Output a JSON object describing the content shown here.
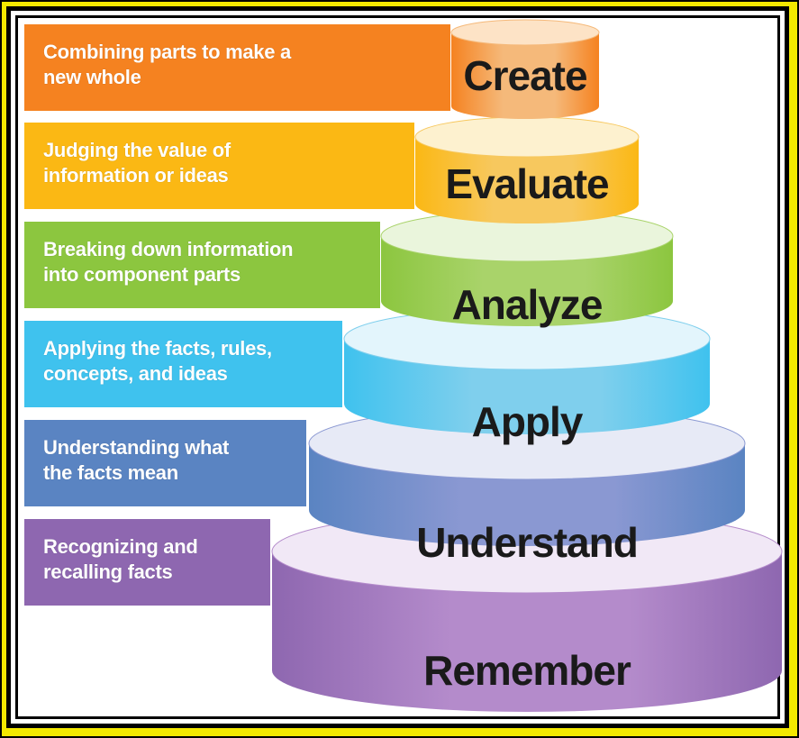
{
  "levels": [
    {
      "name": "Create",
      "description": "Combining parts to make a\nnew whole",
      "color": "#f58220",
      "body": "#f5b97a",
      "top": "#fde3c6"
    },
    {
      "name": "Evaluate",
      "description": "Judging the value of\ninformation or ideas",
      "color": "#fbb814",
      "body": "#f7c85e",
      "top": "#fdf1cf"
    },
    {
      "name": "Analyze",
      "description": "Breaking down information\ninto component parts",
      "color": "#8cc63f",
      "body": "#a9d36a",
      "top": "#eaf5dc"
    },
    {
      "name": "Apply",
      "description": "Applying the facts, rules,\nconcepts, and ideas",
      "color": "#3fc2ee",
      "body": "#7fcfed",
      "top": "#e3f5fc"
    },
    {
      "name": "Understand",
      "description": "Understanding what\nthe facts mean",
      "color": "#5a84c2",
      "body": "#8a98d2",
      "top": "#e7eaf6"
    },
    {
      "name": "Remember",
      "description": "Recognizing and\nrecalling facts",
      "color": "#8e67b0",
      "body": "#b48bcb",
      "top": "#f1e8f6"
    }
  ],
  "colors": {
    "frame_yellow": "#f4e800",
    "frame_black": "#000000",
    "label_text": "#1a1a1a",
    "banner_text_dark": "#4a2a10"
  }
}
